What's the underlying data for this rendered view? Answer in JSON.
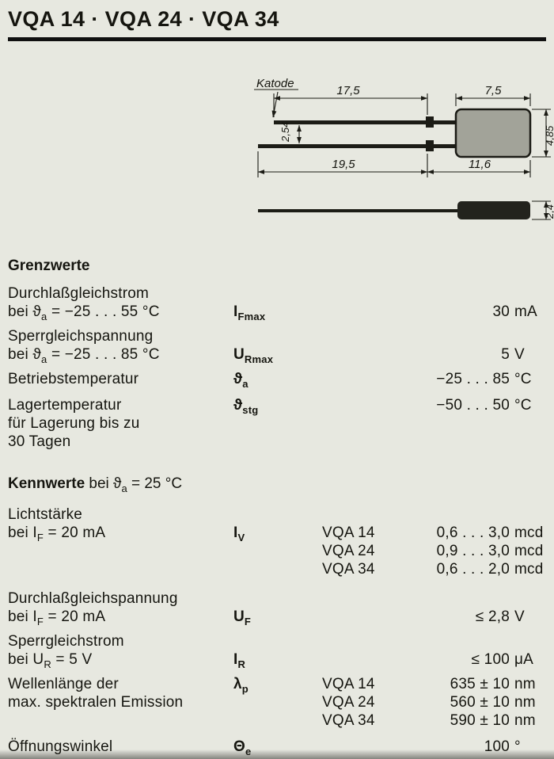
{
  "page": {
    "title": "VQA 14 · VQA 24 · VQA 34"
  },
  "drawing": {
    "katode_label": "Katode",
    "dim_top_lead": "17,5",
    "dim_body_width": "7,5",
    "dim_lead_spacing": "2,54",
    "dim_body_height": "4,85",
    "dim_bottom_lead": "19,5",
    "dim_body_length": "11,6",
    "dim_side_thickness": "2,4"
  },
  "grenzwerte": {
    "heading": "Grenzwerte",
    "rows": [
      {
        "name": "Durchlaßgleichstrom",
        "cond_pre": "bei ϑ",
        "cond_sub": "a",
        "cond_post": " = −25 . . . 55 °C",
        "sym_base": "I",
        "sym_sub": "Fmax",
        "value_num": "30",
        "value_unit": "mA"
      },
      {
        "name": "Sperrgleichspannung",
        "cond_pre": "bei ϑ",
        "cond_sub": "a",
        "cond_post": " = −25 . . . 85 °C",
        "sym_base": "U",
        "sym_sub": "Rmax",
        "value_num": "5",
        "value_unit": "V"
      },
      {
        "name": "Betriebstemperatur",
        "sym_base": "ϑ",
        "sym_sub": "a",
        "value_num": "−25 . . . 85",
        "value_unit": "°C"
      },
      {
        "name": "Lagertemperatur",
        "extra_line1": "für Lagerung bis zu",
        "extra_line2": "30 Tagen",
        "sym_base": "ϑ",
        "sym_sub": "stg",
        "value_num": "−50 . . . 50",
        "value_unit": "°C"
      }
    ]
  },
  "kennwerte": {
    "heading_bold": "Kennwerte",
    "heading_pre": " bei ϑ",
    "heading_sub": "a",
    "heading_post": " = 25 °C",
    "rows": [
      {
        "name": "Lichtstärke",
        "cond_pre": "bei I",
        "cond_sub": "F",
        "cond_post": " = 20 mA",
        "sym_base": "I",
        "sym_sub": "V",
        "variants": [
          {
            "name": "VQA 14",
            "value_num": "0,6 . . . 3,0",
            "value_unit": "mcd"
          },
          {
            "name": "VQA 24",
            "value_num": "0,9 . . . 3,0",
            "value_unit": "mcd"
          },
          {
            "name": "VQA 34",
            "value_num": "0,6 . . . 2,0",
            "value_unit": "mcd"
          }
        ]
      },
      {
        "name": "Durchlaßgleichspannung",
        "cond_pre": "bei I",
        "cond_sub": "F",
        "cond_post": " = 20 mA",
        "sym_base": "U",
        "sym_sub": "F",
        "value_num": "≤ 2,8",
        "value_unit": "V"
      },
      {
        "name": "Sperrgleichstrom",
        "cond_pre": "bei U",
        "cond_sub": "R",
        "cond_post": " = 5 V",
        "sym_base": "I",
        "sym_sub": "R",
        "value_num": "≤ 100",
        "value_unit": "μA"
      },
      {
        "name": "Wellenlänge der",
        "name_line2": "max. spektralen Emission",
        "sym_base": "λ",
        "sym_sub": "p",
        "variants": [
          {
            "name": "VQA 14",
            "value_num": "635 ± 10",
            "value_unit": "nm"
          },
          {
            "name": "VQA 24",
            "value_num": "560 ± 10",
            "value_unit": "nm"
          },
          {
            "name": "VQA 34",
            "value_num": "590 ± 10",
            "value_unit": "nm"
          }
        ]
      },
      {
        "name": "Öffnungswinkel",
        "sym_base": "Θ",
        "sym_sub": "e",
        "value_num": "100",
        "value_unit": "°"
      }
    ]
  }
}
